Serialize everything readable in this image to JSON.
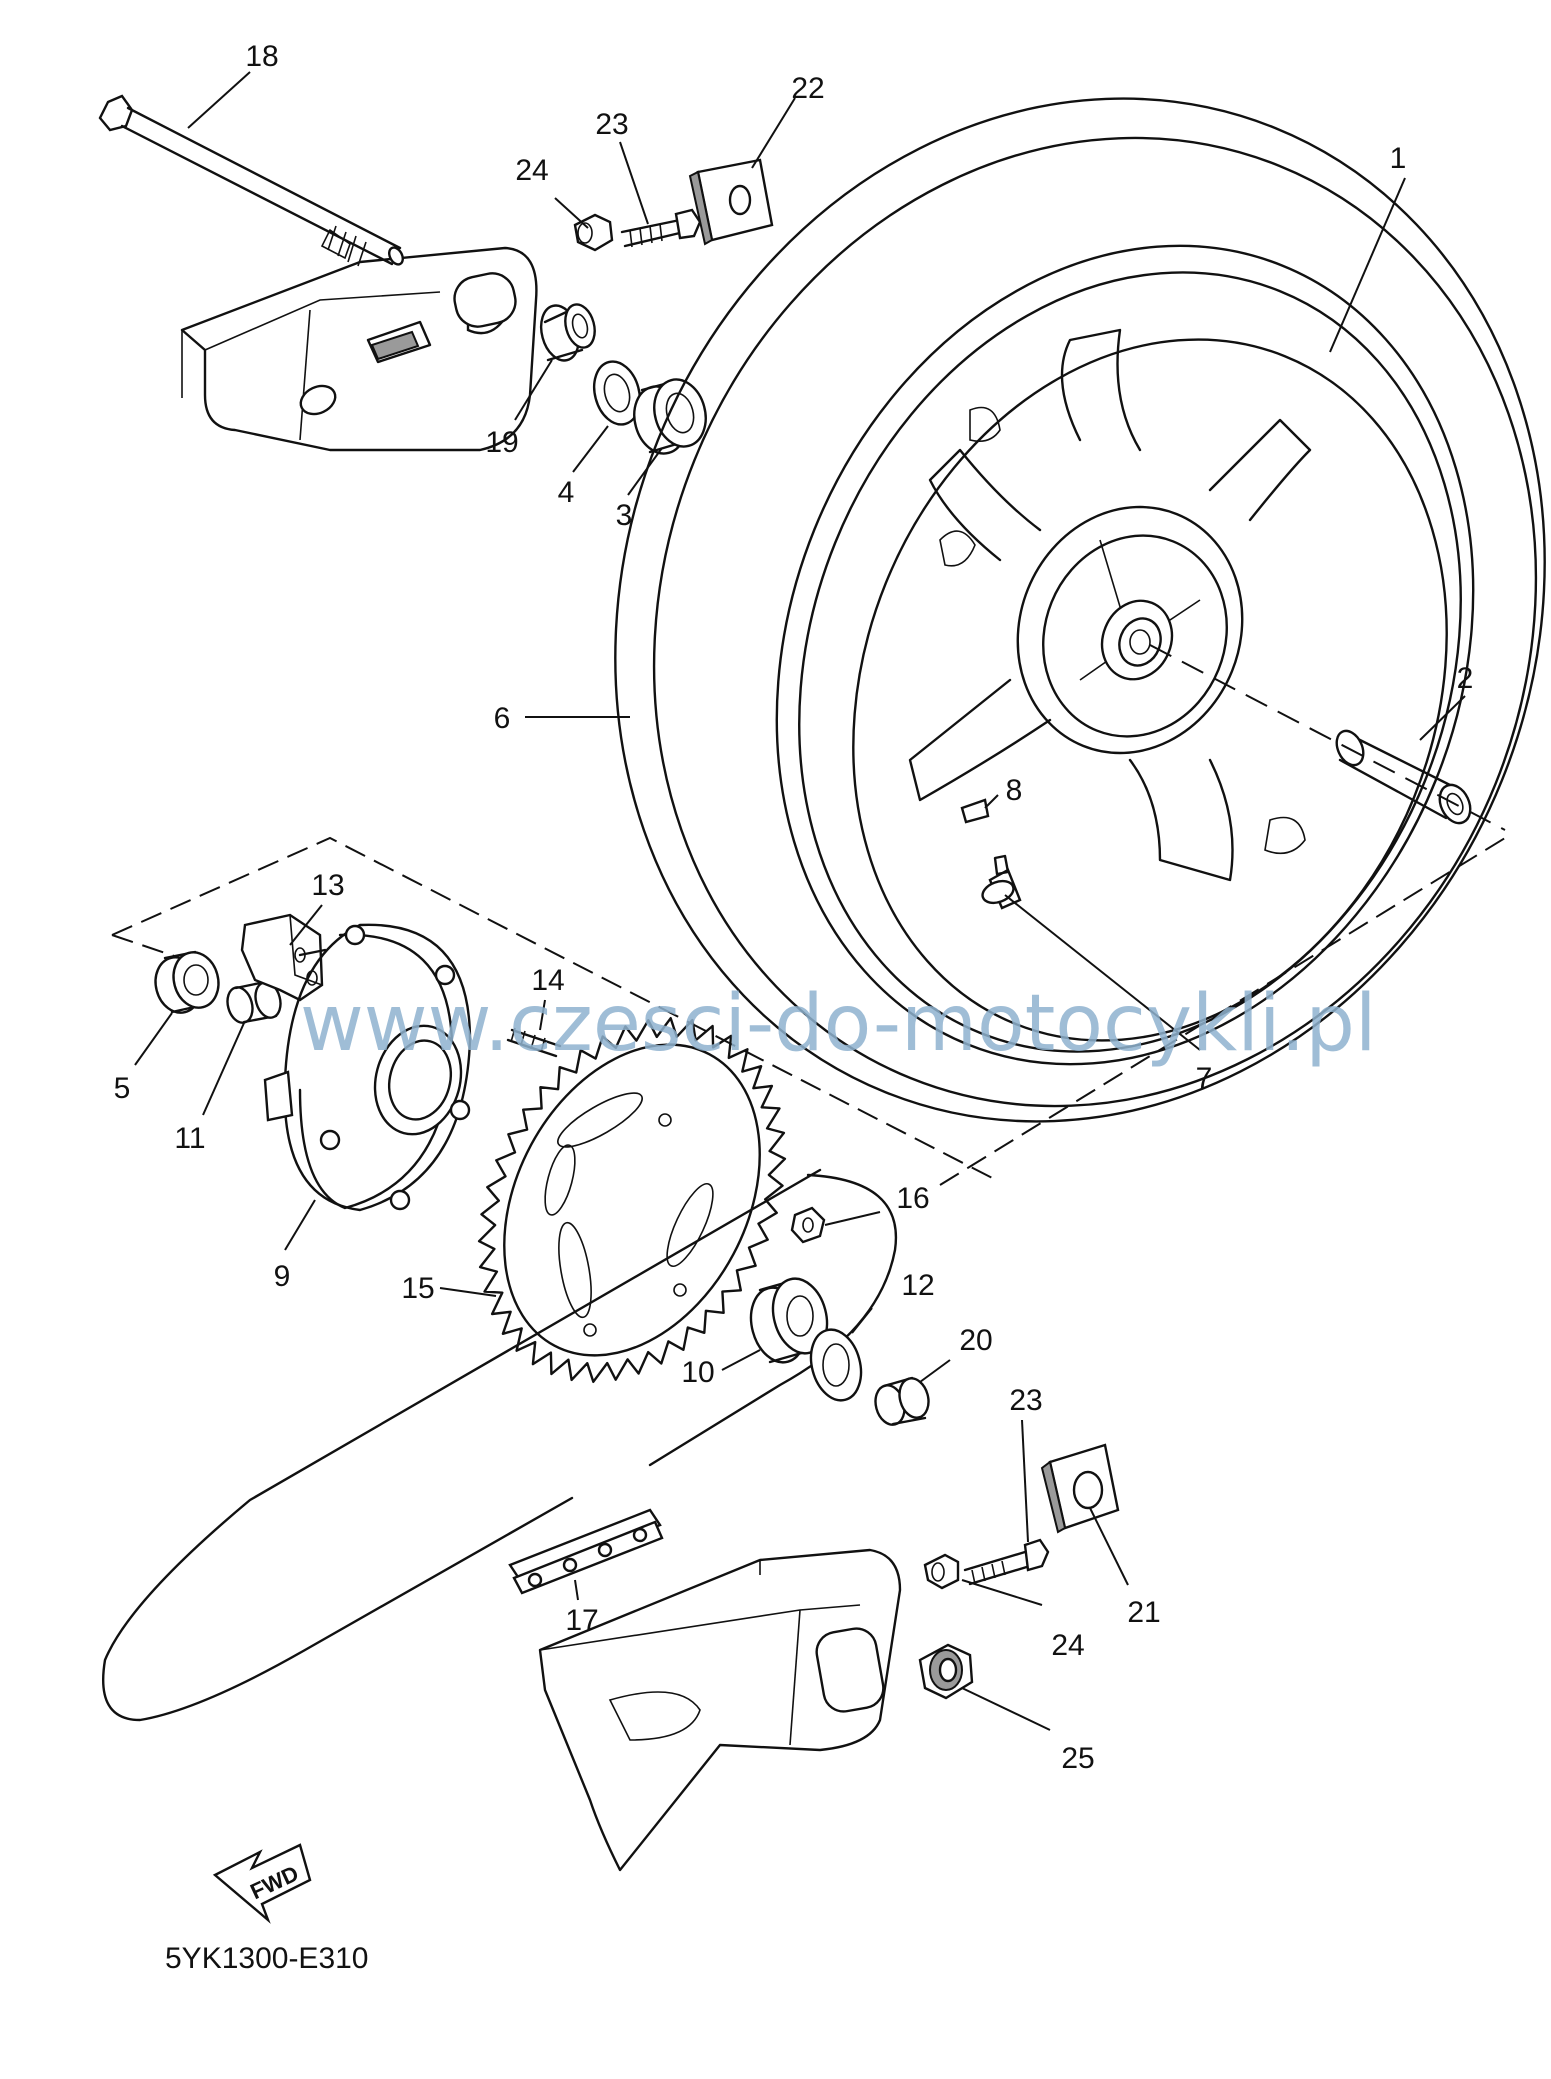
{
  "callouts": [
    "1",
    "2",
    "3",
    "4",
    "5",
    "6",
    "7",
    "8",
    "9",
    "10",
    "11",
    "12",
    "13",
    "14",
    "15",
    "16",
    "17",
    "18",
    "19",
    "20",
    "21",
    "22",
    "23",
    "24",
    "25"
  ],
  "callout_23b": "23",
  "callout_24b": "24",
  "watermark": "www.czesci-do-motocykli.pl",
  "fwd_label": "FWD",
  "drawing_code": "5YK1300-E310",
  "colors": {
    "line": "#111111",
    "watermark": "#8fb2cf",
    "background": "#ffffff"
  }
}
